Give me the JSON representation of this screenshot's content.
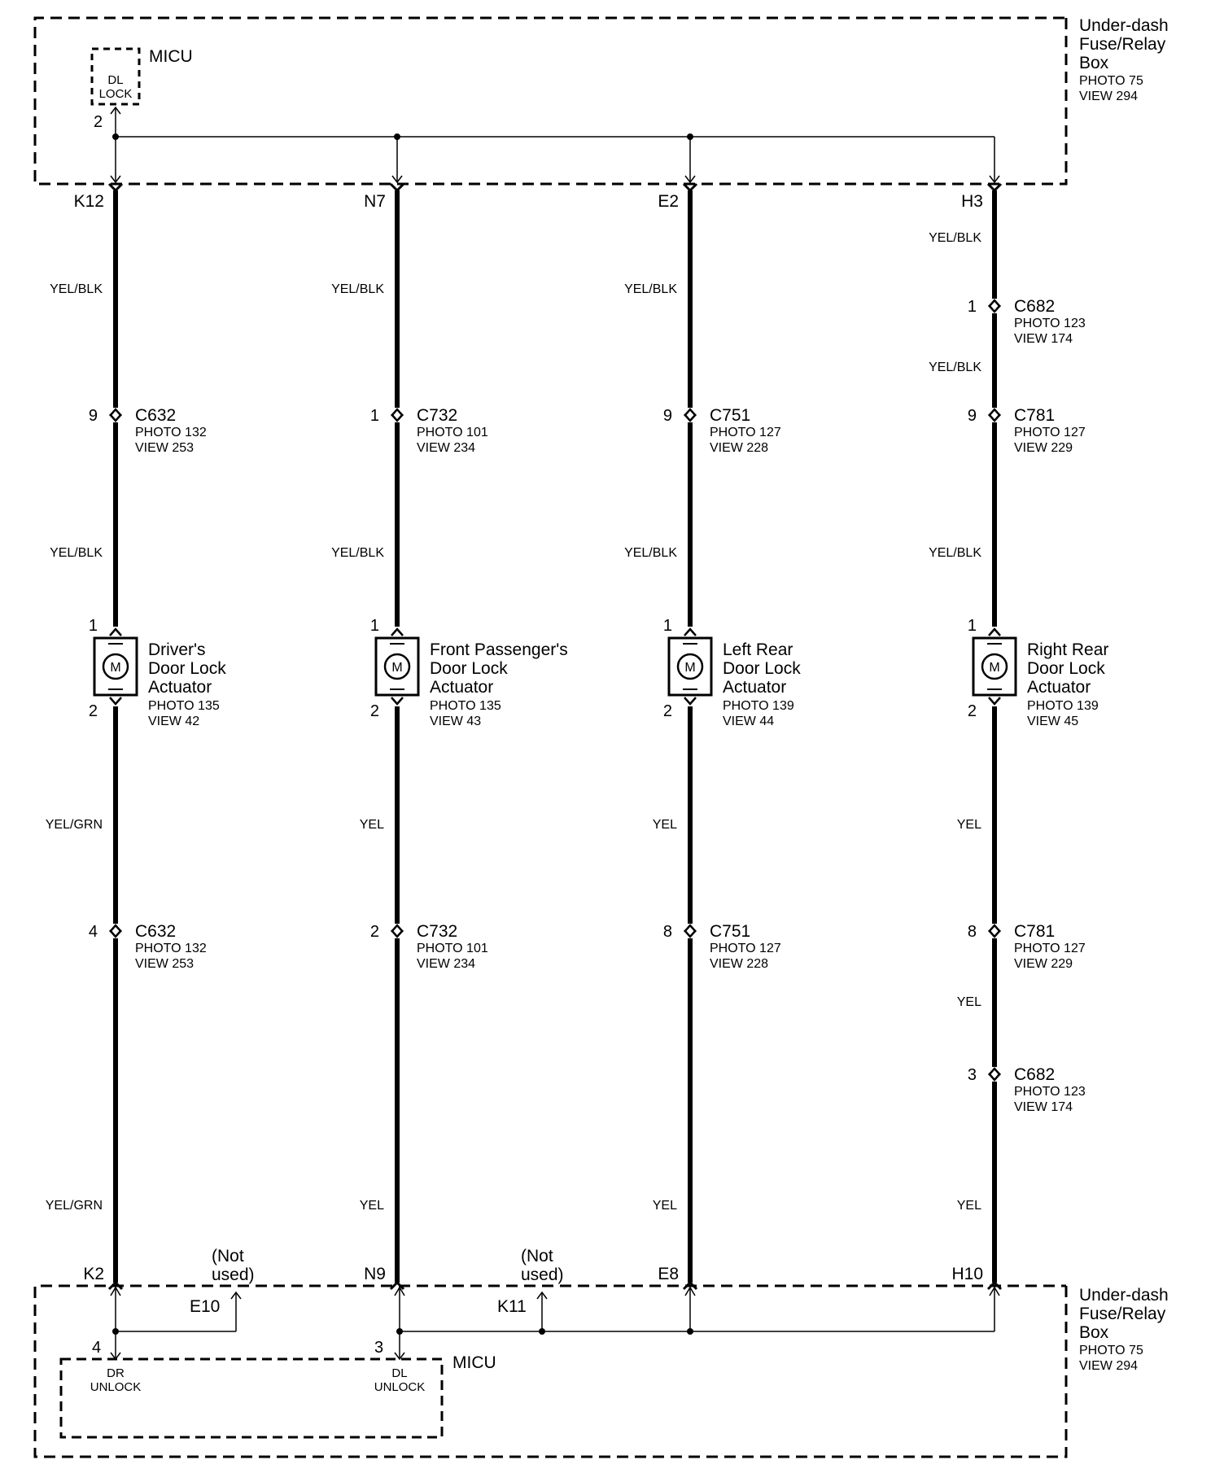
{
  "colors": {
    "ink": "#000000",
    "paper": "#ffffff"
  },
  "top_box": {
    "title_lines": [
      "Under-dash",
      "Fuse/Relay",
      "Box"
    ],
    "photo": "PHOTO 75",
    "view": "VIEW 294",
    "micu_label": "MICU",
    "micu_terminal_lines": [
      "DL",
      "LOCK"
    ],
    "micu_pin": "2"
  },
  "bottom_box": {
    "title_lines": [
      "Under-dash",
      "Fuse/Relay",
      "Box"
    ],
    "photo": "PHOTO 75",
    "view": "VIEW 294",
    "micu_label": "MICU",
    "dr_unlock_lines": [
      "DR",
      "UNLOCK"
    ],
    "dl_unlock_lines": [
      "DL",
      "UNLOCK"
    ],
    "dr_unlock_pin": "4",
    "dl_unlock_pin": "3",
    "not_used_left": {
      "lines": [
        "(Not",
        "used)"
      ],
      "terminal": "E10"
    },
    "not_used_right": {
      "lines": [
        "(Not",
        "used)"
      ],
      "terminal": "K11"
    }
  },
  "circuits": [
    {
      "top_terminal": "K12",
      "bottom_terminal": "K2",
      "wire_labels": [
        "YEL/BLK",
        "YEL/BLK",
        "YEL/GRN",
        "YEL/GRN"
      ],
      "conn_upper": {
        "pin": "9",
        "name": "C632",
        "photo": "PHOTO 132",
        "view": "VIEW 253"
      },
      "conn_lower": {
        "pin": "4",
        "name": "C632",
        "photo": "PHOTO 132",
        "view": "VIEW 253"
      },
      "actuator": {
        "pin_top": "1",
        "pin_bottom": "2",
        "name_lines": [
          "Driver's",
          "Door Lock",
          "Actuator"
        ],
        "photo": "PHOTO 135",
        "view": "VIEW 42",
        "symbol": "M"
      }
    },
    {
      "top_terminal": "N7",
      "bottom_terminal": "N9",
      "wire_labels": [
        "YEL/BLK",
        "YEL/BLK",
        "YEL",
        "YEL"
      ],
      "conn_upper": {
        "pin": "1",
        "name": "C732",
        "photo": "PHOTO 101",
        "view": "VIEW 234"
      },
      "conn_lower": {
        "pin": "2",
        "name": "C732",
        "photo": "PHOTO 101",
        "view": "VIEW 234"
      },
      "actuator": {
        "pin_top": "1",
        "pin_bottom": "2",
        "name_lines": [
          "Front Passenger's",
          "Door Lock",
          "Actuator"
        ],
        "photo": "PHOTO 135",
        "view": "VIEW 43",
        "symbol": "M"
      }
    },
    {
      "top_terminal": "E2",
      "bottom_terminal": "E8",
      "wire_labels": [
        "YEL/BLK",
        "YEL/BLK",
        "YEL",
        "YEL"
      ],
      "conn_upper": {
        "pin": "9",
        "name": "C751",
        "photo": "PHOTO 127",
        "view": "VIEW 228"
      },
      "conn_lower": {
        "pin": "8",
        "name": "C751",
        "photo": "PHOTO 127",
        "view": "VIEW 228"
      },
      "actuator": {
        "pin_top": "1",
        "pin_bottom": "2",
        "name_lines": [
          "Left Rear",
          "Door Lock",
          "Actuator"
        ],
        "photo": "PHOTO 139",
        "view": "VIEW 44",
        "symbol": "M"
      }
    },
    {
      "top_terminal": "H3",
      "bottom_terminal": "H10",
      "wire_labels": [
        "YEL/BLK",
        "YEL/BLK",
        "YEL/BLK",
        "YEL",
        "YEL",
        "YEL"
      ],
      "conn_c682_upper": {
        "pin": "1",
        "name": "C682",
        "photo": "PHOTO 123",
        "view": "VIEW 174"
      },
      "conn_upper": {
        "pin": "9",
        "name": "C781",
        "photo": "PHOTO 127",
        "view": "VIEW 229"
      },
      "conn_lower": {
        "pin": "8",
        "name": "C781",
        "photo": "PHOTO 127",
        "view": "VIEW 229"
      },
      "conn_c682_lower": {
        "pin": "3",
        "name": "C682",
        "photo": "PHOTO 123",
        "view": "VIEW 174"
      },
      "actuator": {
        "pin_top": "1",
        "pin_bottom": "2",
        "name_lines": [
          "Right Rear",
          "Door Lock",
          "Actuator"
        ],
        "photo": "PHOTO 139",
        "view": "VIEW 45",
        "symbol": "M"
      }
    }
  ]
}
